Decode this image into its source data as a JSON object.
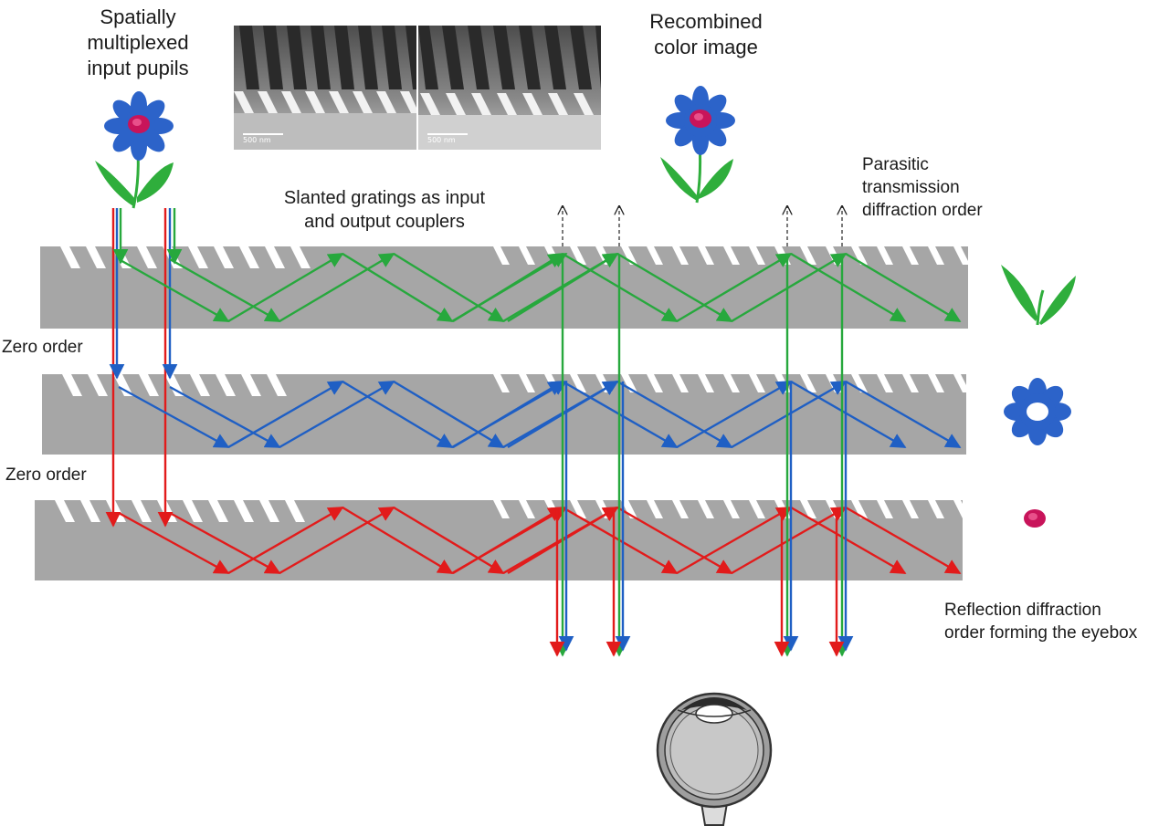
{
  "labels": {
    "input_pupils": [
      "Spatially",
      "multiplexed",
      "input pupils"
    ],
    "recombined": [
      "Recombined",
      "color image"
    ],
    "parasitic": [
      "Parasitic",
      "transmission",
      "diffraction order"
    ],
    "slanted": [
      "Slanted gratings as input",
      "and output couplers"
    ],
    "zero_order_1": "Zero order",
    "zero_order_2": "Zero order",
    "reflection": [
      "Reflection diffraction",
      "order forming the eyebox"
    ]
  },
  "sem": {
    "scale_left": "500 nm",
    "scale_right": "500 nm"
  },
  "colors": {
    "red": "#e21b1b",
    "green": "#27a83d",
    "blue": "#1f5fc4",
    "waveguide": "#a6a6a6",
    "flower_blue": "#2c63c9",
    "flower_center": "#c8145a",
    "leaf": "#2fae3c"
  },
  "icons": [
    "flower-icon",
    "leaves-icon",
    "blue-flower-ring-icon",
    "red-dot-icon",
    "eye-icon"
  ]
}
